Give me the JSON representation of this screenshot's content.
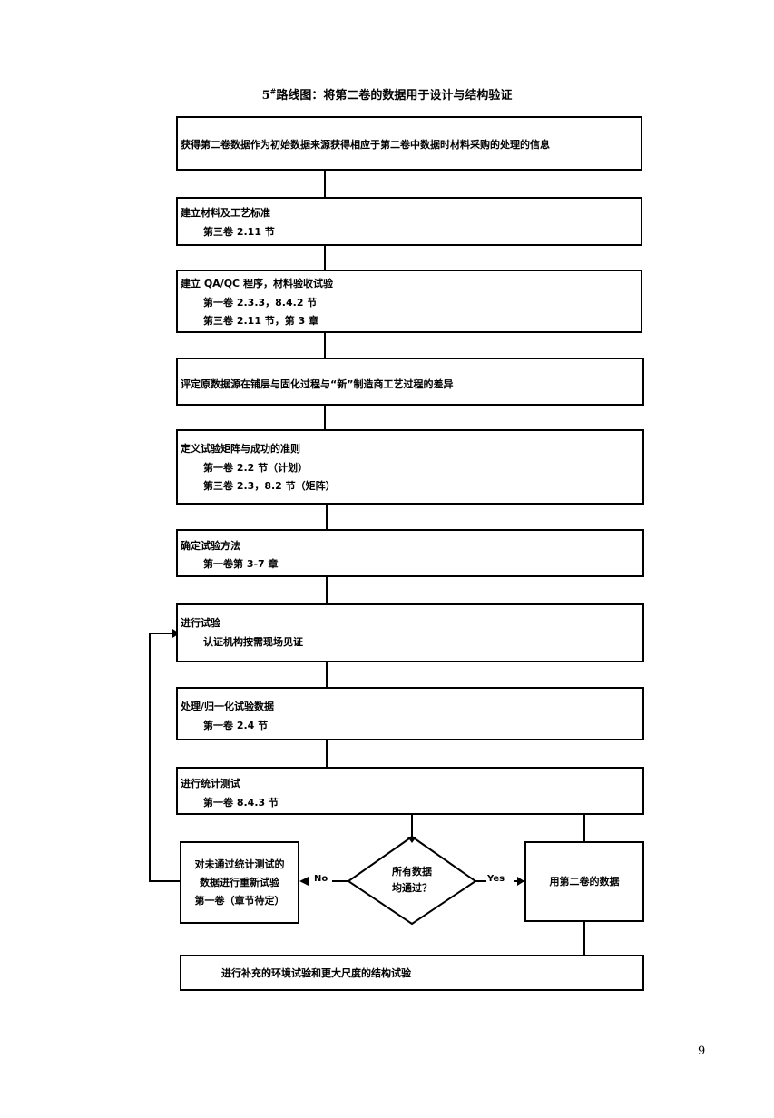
{
  "title": {
    "prefix": "5",
    "sup": "#",
    "text": "路线图：将第二卷的数据用于设计与结构验证"
  },
  "steps": [
    {
      "lines": [
        "获得第二卷数据作为初始数据来源获得相应于第二卷中数据时材料采购的处理的信息"
      ]
    },
    {
      "lines": [
        "建立材料及工艺标准",
        "第三卷 2.11 节"
      ]
    },
    {
      "lines": [
        "建立 QA/QC 程序，材料验收试验",
        "第一卷 2.3.3，8.4.2 节",
        "第三卷 2.11 节，第 3 章"
      ]
    },
    {
      "lines": [
        "评定原数据源在铺层与固化过程与“新”制造商工艺过程的差异"
      ]
    },
    {
      "lines": [
        "定义试验矩阵与成功的准则",
        "第一卷 2.2 节（计划）",
        "第三卷 2.3，8.2 节（矩阵）"
      ]
    },
    {
      "lines": [
        "确定试验方法",
        "第一卷第 3-7 章"
      ]
    },
    {
      "lines": [
        "进行试验",
        "认证机构按需现场见证"
      ]
    },
    {
      "lines": [
        "处理/归一化试验数据",
        "第一卷 2.4 节"
      ]
    },
    {
      "lines": [
        "进行统计测试",
        "第一卷 8.4.3 节"
      ]
    }
  ],
  "retest_box": {
    "lines": [
      "对未通过统计测试的",
      "数据进行重新试验",
      "第一卷（章节待定）"
    ]
  },
  "decision": {
    "lines": [
      "所有数据",
      "均通过？"
    ]
  },
  "use_box": {
    "text": "用第二卷的数据"
  },
  "final_box": {
    "text": "进行补充的环境试验和更大尺度的结构试验"
  },
  "labels": {
    "no": "No",
    "yes": "Yes"
  },
  "page_number": "9"
}
